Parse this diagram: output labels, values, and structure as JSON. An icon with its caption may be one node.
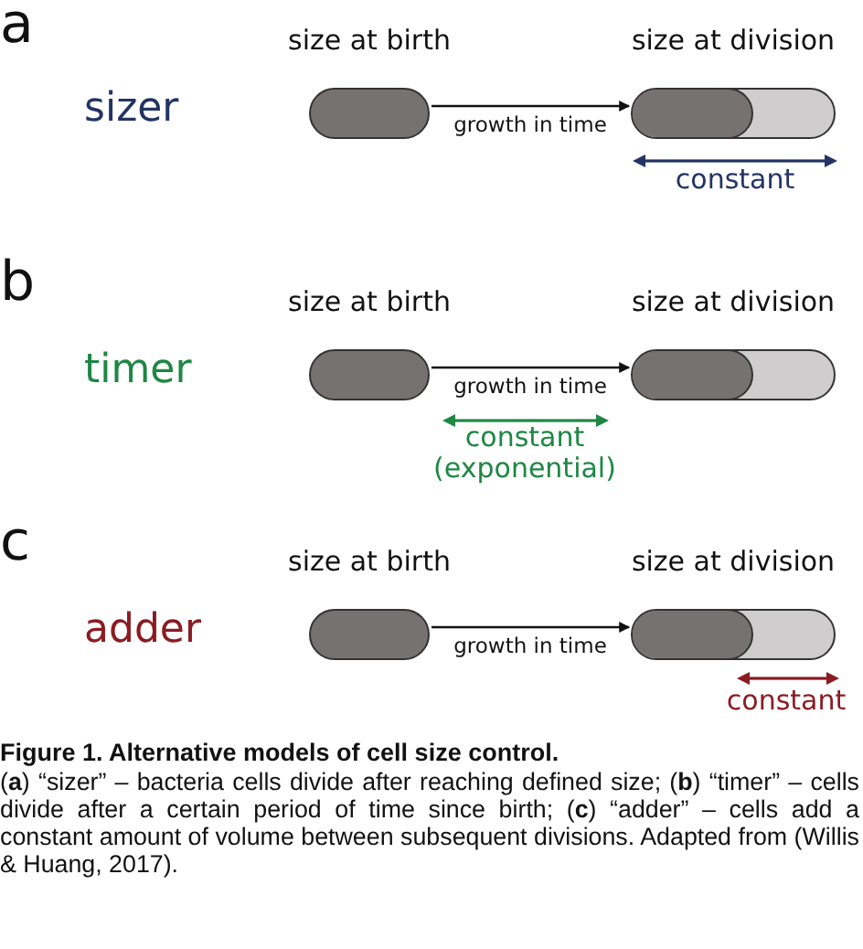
{
  "diagram": {
    "title": "Figure 1. Alternative models of cell size control.",
    "caption": "(**a**) “sizer” – bacteria cells divide after reaching defined size; (**b**) “timer” – cells divide after a certain period of time since birth; (**c**) “adder” – cells add a constant amount of volume between subsequent divisions. Adapted from (Willis & Huang, 2017).",
    "nodes": [
      {
        "text": [
          "size at birth"
        ]
      },
      {
        "text": [
          "size at division"
        ]
      },
      {
        "text": [
          "size at birth"
        ]
      },
      {
        "text": [
          "size at division"
        ]
      },
      {
        "text": [
          "size at birth"
        ]
      },
      {
        "text": [
          "size at division"
        ]
      }
    ],
    "edges": [
      {
        "from": 0,
        "to": 1,
        "arrow": "to",
        "label": "growth in time"
      },
      {
        "from": 2,
        "to": 3,
        "arrow": "to",
        "label": "growth in time"
      },
      {
        "from": 4,
        "to": 5,
        "arrow": "to",
        "label": "growth in time"
      }
    ],
    "labels": [
      "a",
      "sizer",
      "constant",
      "b",
      "timer",
      "constant (exponential)",
      "c",
      "adder",
      "constant"
    ]
  }
}
